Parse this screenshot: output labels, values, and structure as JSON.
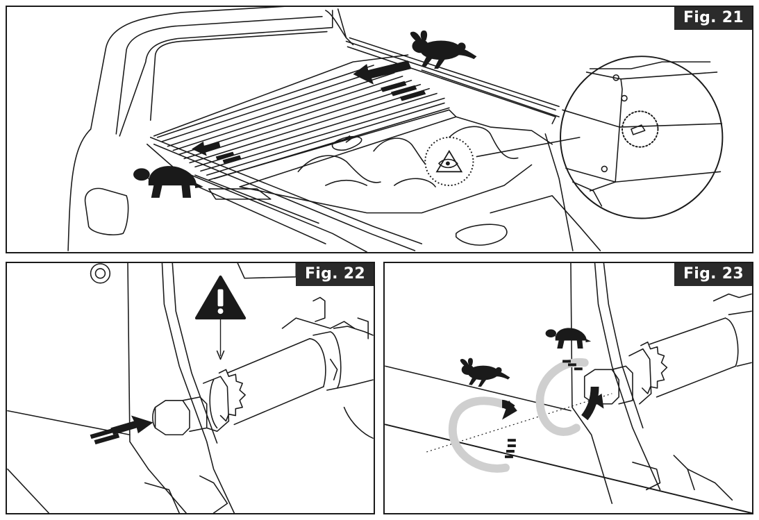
{
  "figures": [
    {
      "label": "Fig. 21"
    },
    {
      "label": "Fig. 22"
    },
    {
      "label": "Fig. 23"
    }
  ],
  "icons": {
    "fast": "rabbit-icon",
    "slow": "turtle-icon",
    "warning": "warning-triangle-icon",
    "inspect": "eye-inspect-icon"
  },
  "colors": {
    "line": "#1a1a1a",
    "label_bg": "#2b2b2b",
    "label_text": "#ffffff",
    "ring_gray": "#cfcfcf"
  }
}
